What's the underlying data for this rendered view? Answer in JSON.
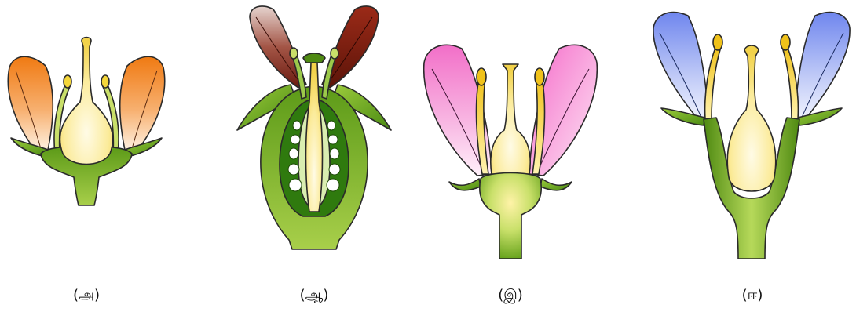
{
  "figure": {
    "panels": [
      {
        "caption": "(அ)",
        "flower_type": "hypogynous",
        "petal_color": "#f07a12"
      },
      {
        "caption": "(ஆ)",
        "flower_type": "epigynous",
        "petal_color": "#7a1f14"
      },
      {
        "caption": "(இ)",
        "flower_type": "perigynous-cup",
        "petal_color": "#f26fc8"
      },
      {
        "caption": "(ஈ)",
        "flower_type": "perigynous",
        "petal_color": "#6f86ee"
      }
    ],
    "colors": {
      "receptacle_green": "#6aa51e",
      "ovary_yellow": "#f7e06a",
      "outline": "#2a2a2a"
    }
  }
}
